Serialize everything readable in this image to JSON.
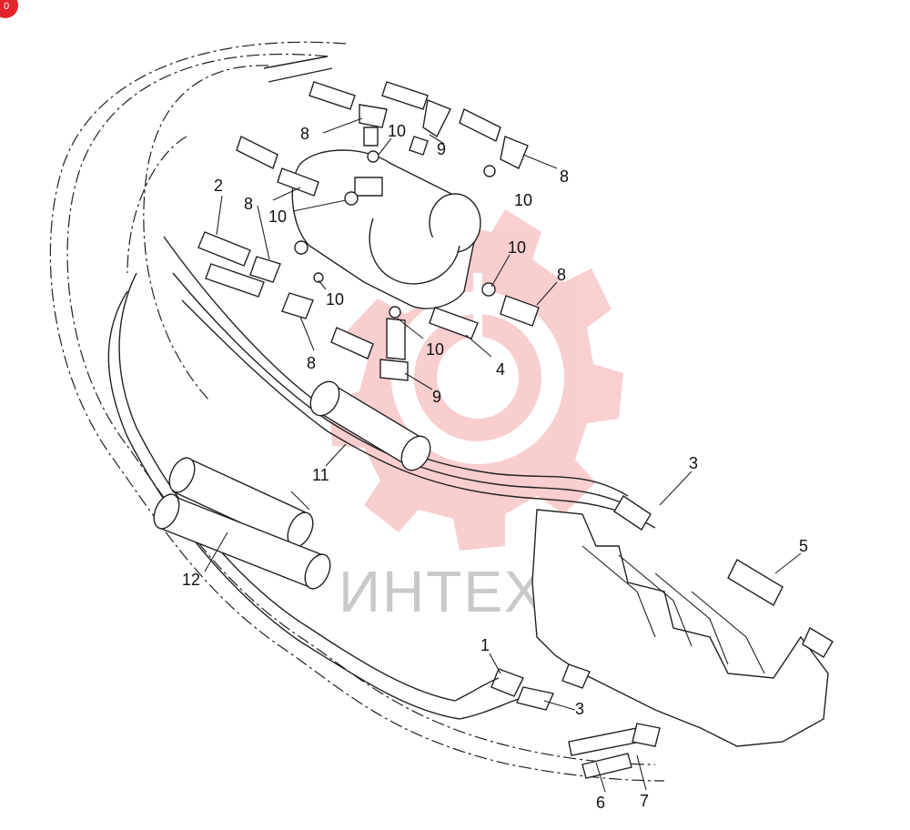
{
  "diagram": {
    "callouts": [
      {
        "id": "c8a",
        "text": "8"
      },
      {
        "id": "c10a",
        "text": "10"
      },
      {
        "id": "c9a",
        "text": "9"
      },
      {
        "id": "c8b",
        "text": "8"
      },
      {
        "id": "c2",
        "text": "2"
      },
      {
        "id": "c8c",
        "text": "8"
      },
      {
        "id": "c10b",
        "text": "10"
      },
      {
        "id": "c10c",
        "text": "10"
      },
      {
        "id": "c10d",
        "text": "10"
      },
      {
        "id": "c8d",
        "text": "8"
      },
      {
        "id": "c10e",
        "text": "10"
      },
      {
        "id": "c10f",
        "text": "10"
      },
      {
        "id": "c8e",
        "text": "8"
      },
      {
        "id": "c4",
        "text": "4"
      },
      {
        "id": "c9b",
        "text": "9"
      },
      {
        "id": "c11",
        "text": "11"
      },
      {
        "id": "c3a",
        "text": "3"
      },
      {
        "id": "c5",
        "text": "5"
      },
      {
        "id": "c12",
        "text": "12"
      },
      {
        "id": "c1",
        "text": "1"
      },
      {
        "id": "c3b",
        "text": "3"
      },
      {
        "id": "c6",
        "text": "6"
      },
      {
        "id": "c7",
        "text": "7"
      }
    ],
    "watermark": {
      "text": "ИНТЕХ",
      "color": "#e3242b"
    },
    "corner_badge": {
      "text": "0",
      "color": "#e3242b"
    }
  }
}
